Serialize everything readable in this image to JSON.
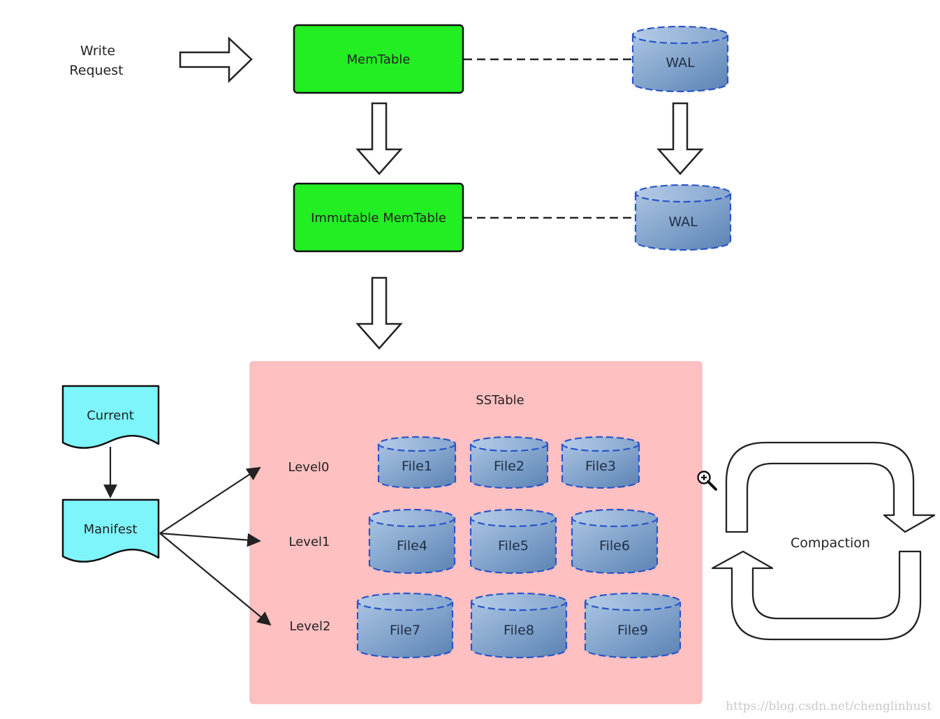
{
  "write_request": {
    "line1": "Write",
    "line2": "Request"
  },
  "memtable": {
    "label": "MemTable",
    "wal_label": "WAL"
  },
  "immutable": {
    "label": "Immutable MemTable",
    "wal_label": "WAL"
  },
  "sstable": {
    "title": "SSTable",
    "levels": [
      {
        "label": "Level0",
        "files": [
          "File1",
          "File2",
          "File3"
        ]
      },
      {
        "label": "Level1",
        "files": [
          "File4",
          "File5",
          "File6"
        ]
      },
      {
        "label": "Level2",
        "files": [
          "File7",
          "File8",
          "File9"
        ]
      }
    ]
  },
  "manifest_docs": {
    "current": "Current",
    "manifest": "Manifest"
  },
  "compaction": {
    "label": "Compaction"
  },
  "watermark": "https://blog.csdn.net/chenglinhust",
  "colors": {
    "memtable_fill": "#22ee22",
    "sstable_bg": "#ffc0c2",
    "doc_fill": "#7ef5fb",
    "cylinder_top": "#9bb7d8",
    "cylinder_bottom": "#5f88b9",
    "cylinder_stroke": "#2a55c8"
  },
  "icons": {
    "zoom": "zoom-in-icon"
  }
}
